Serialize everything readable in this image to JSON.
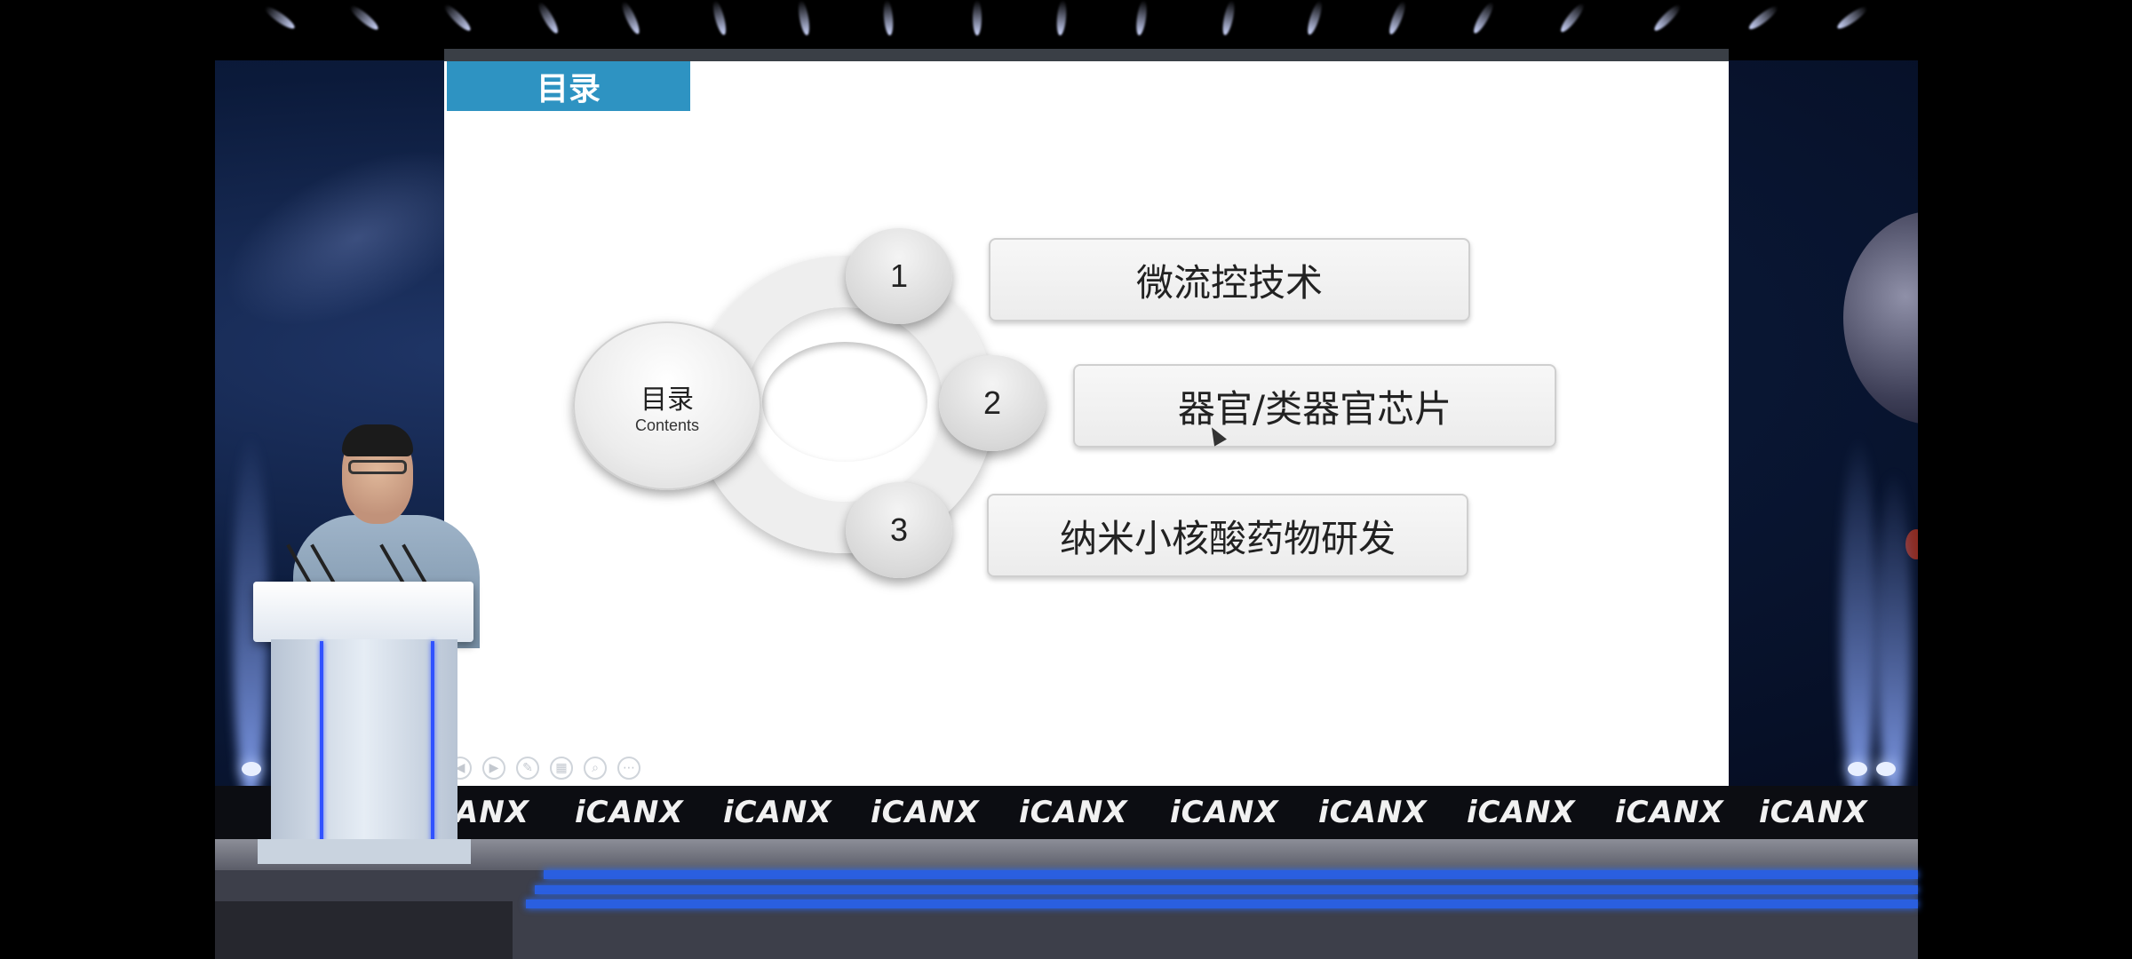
{
  "slide": {
    "title_tab": "目录",
    "hub": {
      "title": "目录",
      "subtitle": "Contents"
    },
    "items": [
      {
        "number": "1",
        "label": "微流控技术"
      },
      {
        "number": "2",
        "label": "器官/类器官芯片"
      },
      {
        "number": "3",
        "label": "纳米小核酸药物研发"
      }
    ],
    "toolbar_icons": [
      "previous-icon",
      "next-icon",
      "pen-icon",
      "slides-icon",
      "zoom-icon",
      "more-icon"
    ]
  },
  "stage": {
    "logo_text": "iCANX",
    "logo_partial": "ANX"
  },
  "colors": {
    "title_tab": "#2e93c2",
    "slide_background": "#ffffff",
    "stage_blue": "#2a5fe0"
  }
}
